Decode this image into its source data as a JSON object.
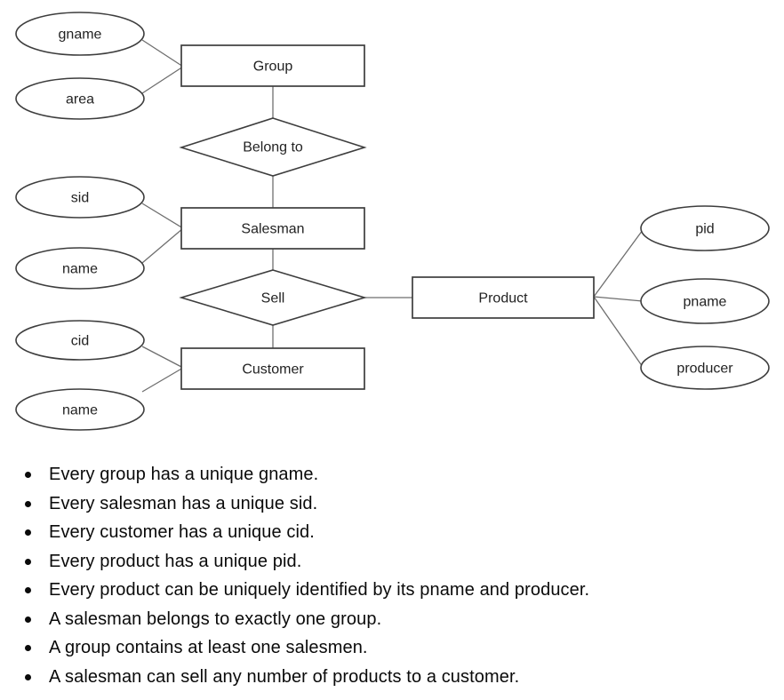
{
  "diagram": {
    "entities": {
      "group": "Group",
      "salesman": "Salesman",
      "customer": "Customer",
      "product": "Product"
    },
    "relationships": {
      "belong_to": "Belong to",
      "sell": "Sell"
    },
    "attributes": {
      "gname": "gname",
      "area": "area",
      "sid": "sid",
      "salesman_name": "name",
      "cid": "cid",
      "customer_name": "name",
      "pid": "pid",
      "pname": "pname",
      "producer": "producer"
    },
    "colors": {
      "stroke": "#3d3d3d",
      "connector": "#6e6e6e",
      "text": "#222222",
      "fill": "#ffffff"
    }
  },
  "bullets": {
    "items": [
      "Every group has a unique gname.",
      "Every salesman has a unique sid.",
      "Every customer has a unique cid.",
      "Every product has a unique pid.",
      "Every product can be uniquely identified by its pname and producer.",
      "A salesman belongs to exactly one group.",
      "A group contains at least one salesmen.",
      "A salesman can sell any number of products to a customer."
    ]
  }
}
